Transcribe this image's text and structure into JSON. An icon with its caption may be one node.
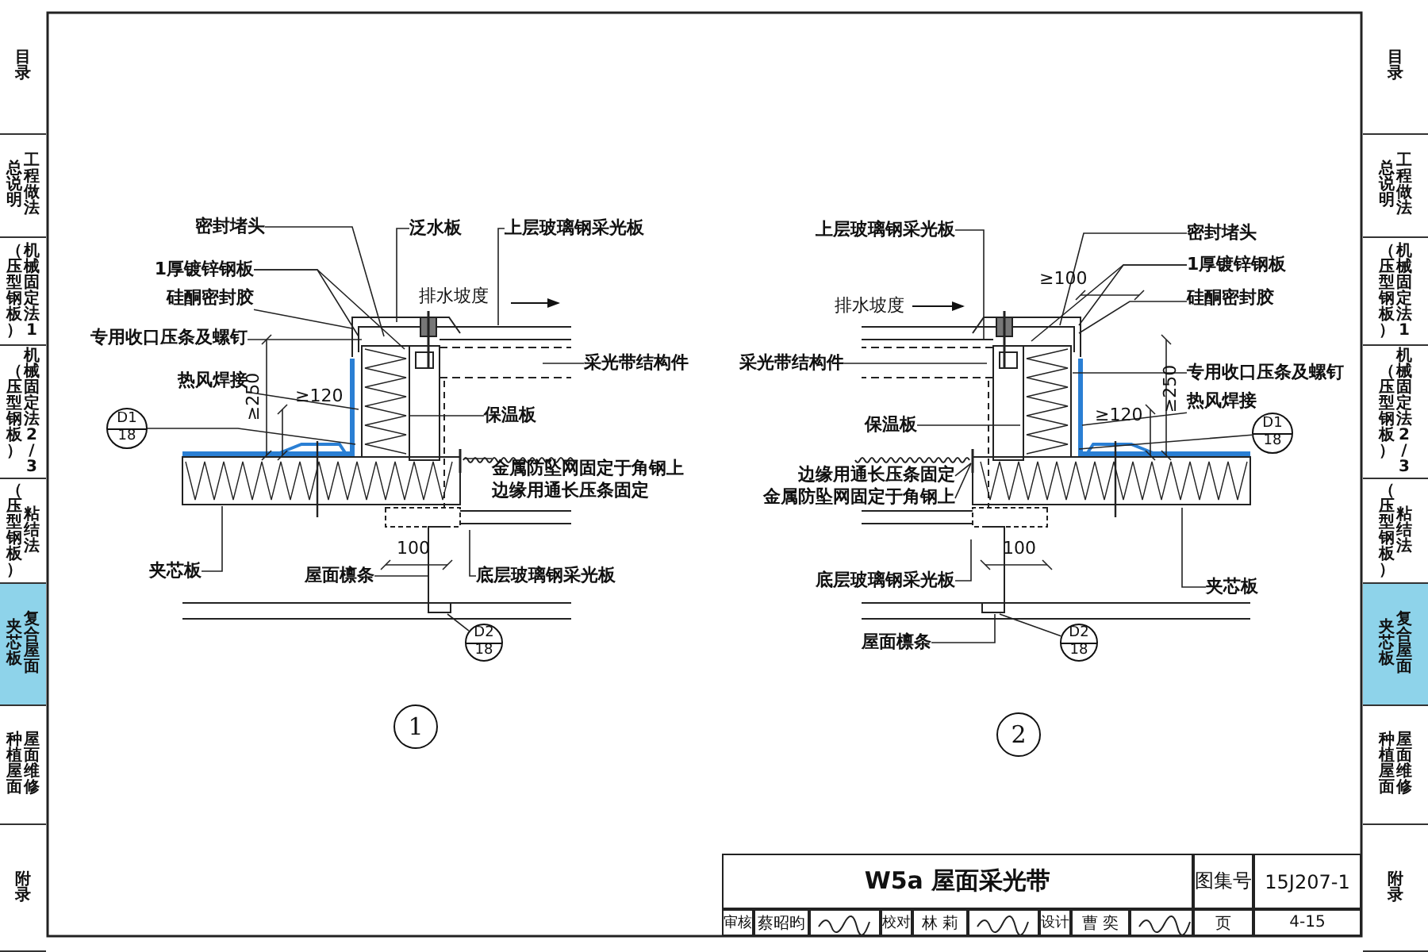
{
  "diagram": {
    "nodes": [
      {
        "text": [
          "目录"
        ]
      },
      {
        "text": [
          "总说明",
          "工程做法"
        ]
      },
      {
        "text": [
          "（压型钢板）",
          "机械固定法1"
        ]
      },
      {
        "text": [
          "（压型钢板）",
          "机械固定法2/3"
        ]
      },
      {
        "text": [
          "（压型钢板）",
          "粘结法"
        ]
      },
      {
        "text": [
          "夹芯板",
          "复合屋面"
        ]
      },
      {
        "text": [
          "种植屋面",
          "屋面维修"
        ]
      },
      {
        "text": [
          "附录"
        ]
      },
      {
        "text": [
          "目录"
        ]
      },
      {
        "text": [
          "总说明",
          "工程做法"
        ]
      },
      {
        "text": [
          "（压型钢板）",
          "机械固定法1"
        ]
      },
      {
        "text": [
          "（压型钢板）",
          "机械固定法2/3"
        ]
      },
      {
        "text": [
          "（压型钢板）",
          "粘结法"
        ]
      },
      {
        "text": [
          "夹芯板",
          "复合屋面"
        ]
      },
      {
        "text": [
          "种植屋面",
          "屋面维修"
        ]
      },
      {
        "text": [
          "附录"
        ]
      },
      {
        "text": [
          "密封堵头"
        ]
      },
      {
        "text": [
          "泛水板"
        ]
      },
      {
        "text": [
          "上层玻璃钢采光板"
        ]
      },
      {
        "text": [
          "1厚镀锌钢板"
        ]
      },
      {
        "text": [
          "硅酮密封胶"
        ]
      },
      {
        "text": [
          "专用收口压条及螺钉"
        ]
      },
      {
        "text": [
          "热风焊接"
        ]
      },
      {
        "text": [
          "D1",
          "18"
        ]
      },
      {
        "text": [
          "保温板"
        ]
      },
      {
        "text": [
          "采光带结构件"
        ]
      },
      {
        "text": [
          "金属防坠网固定于角钢上",
          "边缘用通长压条固定"
        ]
      },
      {
        "text": [
          "夹芯板"
        ]
      },
      {
        "text": [
          "屋面檩条"
        ]
      },
      {
        "text": [
          "底层玻璃钢采光板"
        ]
      },
      {
        "text": [
          "D2",
          "18"
        ]
      },
      {
        "text": [
          "1"
        ]
      },
      {
        "text": [
          "上层玻璃钢采光板"
        ]
      },
      {
        "text": [
          "密封堵头"
        ]
      },
      {
        "text": [
          "1厚镀锌钢板"
        ]
      },
      {
        "text": [
          "硅酮密封胶"
        ]
      },
      {
        "text": [
          "采光带结构件"
        ]
      },
      {
        "text": [
          "专用收口压条及螺钉"
        ]
      },
      {
        "text": [
          "热风焊接"
        ]
      },
      {
        "text": [
          "D1",
          "18"
        ]
      },
      {
        "text": [
          "保温板"
        ]
      },
      {
        "text": [
          "边缘用通长压条固定",
          "金属防坠网固定于角钢上"
        ]
      },
      {
        "text": [
          "底层玻璃钢采光板"
        ]
      },
      {
        "text": [
          "夹芯板"
        ]
      },
      {
        "text": [
          "屋面檩条"
        ]
      },
      {
        "text": [
          "D2",
          "18"
        ]
      },
      {
        "text": [
          "2"
        ]
      }
    ],
    "edges": [
      {
        "from": 16,
        "to": null,
        "arrow": "none"
      },
      {
        "from": 17,
        "to": null,
        "arrow": "none"
      },
      {
        "from": 18,
        "to": null,
        "arrow": "none"
      },
      {
        "from": 19,
        "to": null,
        "arrow": "none"
      },
      {
        "from": 19,
        "to": null,
        "arrow": "none"
      },
      {
        "from": 20,
        "to": null,
        "arrow": "none"
      },
      {
        "from": 21,
        "to": null,
        "arrow": "none"
      },
      {
        "from": 22,
        "to": null,
        "arrow": "none"
      },
      {
        "from": 23,
        "to": null,
        "arrow": "none"
      },
      {
        "from": 24,
        "to": null,
        "arrow": "none"
      },
      {
        "from": 25,
        "to": null,
        "arrow": "none"
      },
      {
        "from": 26,
        "to": null,
        "arrow": "none"
      },
      {
        "from": 27,
        "to": null,
        "arrow": "none"
      },
      {
        "from": 28,
        "to": null,
        "arrow": "none"
      },
      {
        "from": 29,
        "to": null,
        "arrow": "none"
      },
      {
        "from": 30,
        "to": null,
        "arrow": "none"
      },
      {
        "from": 32,
        "to": null,
        "arrow": "none"
      },
      {
        "from": 33,
        "to": null,
        "arrow": "none"
      },
      {
        "from": 34,
        "to": null,
        "arrow": "none"
      },
      {
        "from": 34,
        "to": null,
        "arrow": "none"
      },
      {
        "from": 35,
        "to": null,
        "arrow": "none"
      },
      {
        "from": 36,
        "to": null,
        "arrow": "none"
      },
      {
        "from": 37,
        "to": null,
        "arrow": "none"
      },
      {
        "from": 38,
        "to": null,
        "arrow": "none"
      },
      {
        "from": 39,
        "to": null,
        "arrow": "none"
      },
      {
        "from": 40,
        "to": null,
        "arrow": "none"
      },
      {
        "from": 41,
        "to": null,
        "arrow": "none"
      },
      {
        "from": 41,
        "to": null,
        "arrow": "none"
      },
      {
        "from": 42,
        "to": null,
        "arrow": "none"
      },
      {
        "from": 43,
        "to": null,
        "arrow": "none"
      },
      {
        "from": 44,
        "to": null,
        "arrow": "none"
      },
      {
        "from": 45,
        "to": null,
        "arrow": "none"
      }
    ],
    "labels": [
      "排水坡度",
      "≥250",
      "≥120",
      "100",
      "≥100",
      "排水坡度",
      "≥250",
      "≥120",
      "100",
      "W5a 屋面采光带",
      "图集号",
      "15J207-1",
      "审核",
      "蔡昭昀",
      "校对",
      "林 莉",
      "设计",
      "曹 奕",
      "页",
      "4-15"
    ]
  }
}
